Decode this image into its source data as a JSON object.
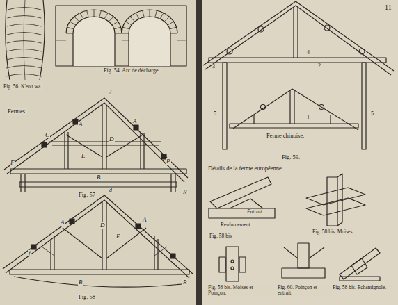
{
  "diagram": {
    "labels": [
      "Fig. 56. K'eou wa.",
      "Fig. 54. Arc de décharge.",
      "Fermes.",
      "d",
      "A",
      "A",
      "C",
      "D",
      "E",
      "B",
      "F",
      "P",
      "R",
      "Fig. 57",
      "d",
      "A",
      "E",
      "D",
      "A",
      "B",
      "f",
      "R",
      "Fig. 58",
      "11",
      "1",
      "2",
      "3",
      "4",
      "5",
      "5",
      "Ferme chinoise.",
      "Fig. 59.",
      "Détails de la ferme européenne.",
      "Entrait",
      "Renforcement",
      "Fig. 58 bis",
      "Fig. 58 bis. Moises.",
      "Fig. 58 bis. Moises et Poinçon.",
      "Fig. 60. Poinçon et entrait.",
      "Fig. 58 bis. Echantignole."
    ]
  }
}
